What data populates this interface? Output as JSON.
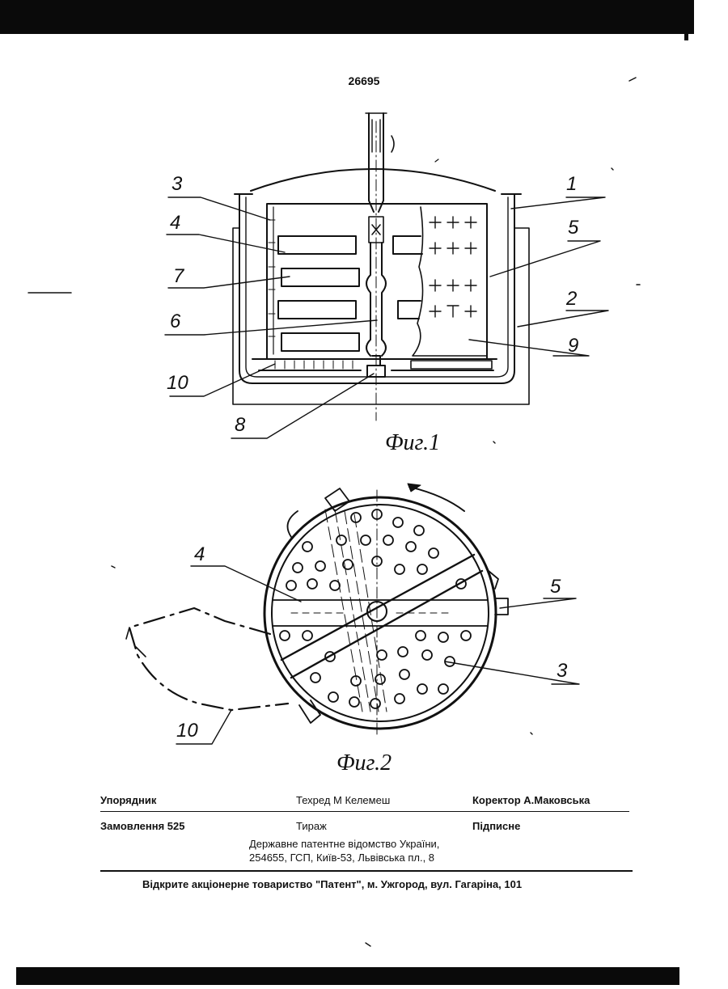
{
  "header": {
    "patent_number": "26695"
  },
  "figures": {
    "fig1": {
      "caption": "Фиг.1",
      "labels": [
        "3",
        "4",
        "7",
        "6",
        "10",
        "8",
        "1",
        "5",
        "2",
        "9"
      ]
    },
    "fig2": {
      "caption": "Фиг.2",
      "labels": [
        "4",
        "5",
        "3",
        "10"
      ]
    }
  },
  "imprint": {
    "compiler_label": "Упорядник",
    "techred": "Техред М  Келемеш",
    "corrector": "Коректор А.Маковська",
    "order": "Замовлення 525",
    "circulation": "Тираж",
    "subscription": "Підписне",
    "office_line1": "Державне патентне відомство України,",
    "office_line2": "254655, ГСП, Київ-53, Львівська пл., 8",
    "printer": "Відкрите акціонерне товариство \"Патент\", м. Ужгород, вул. Гагаріна, 101"
  },
  "colors": {
    "ink": "#111111",
    "bars": "#0a0a0a",
    "paper": "#ffffff"
  }
}
